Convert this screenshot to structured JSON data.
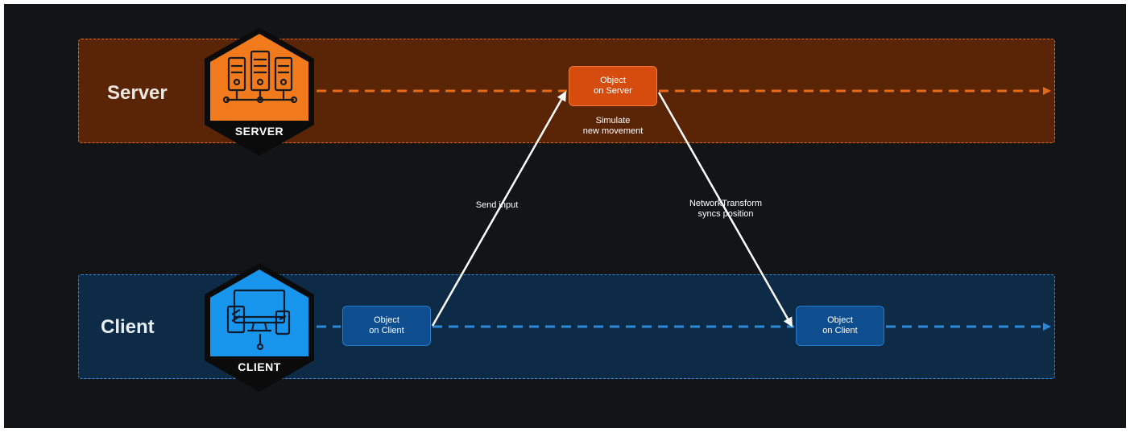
{
  "lanes": {
    "server": {
      "label": "Server",
      "badge": "SERVER",
      "color": "#e46a1b"
    },
    "client": {
      "label": "Client",
      "badge": "CLIENT",
      "color": "#2d88d8"
    }
  },
  "nodes": {
    "server_object": {
      "line1": "Object",
      "line2": "on Server"
    },
    "client_object_start": {
      "line1": "Object",
      "line2": "on Client"
    },
    "client_object_end": {
      "line1": "Object",
      "line2": "on Client"
    }
  },
  "captions": {
    "simulate": {
      "line1": "Simulate",
      "line2": "new movement"
    },
    "send_input": "Send input",
    "sync": {
      "line1": "NetworkTransform",
      "line2": "syncs position"
    }
  }
}
